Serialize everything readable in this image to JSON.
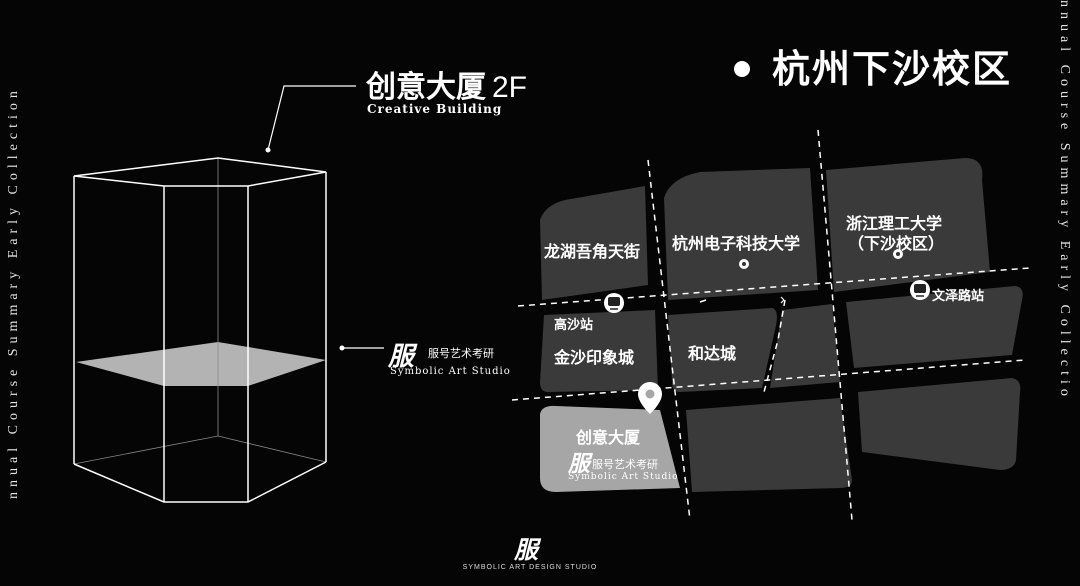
{
  "side_text": {
    "left": "nnual Course Summary Early Collection",
    "right": "nnual Course Summary Early Collectio"
  },
  "header": {
    "title": "杭州下沙校区"
  },
  "building": {
    "name": "创意大厦",
    "floor": "2F",
    "subtitle": "Creative Building"
  },
  "studio": {
    "logo": "服",
    "name_cn": "服号艺术考研",
    "name_en": "Symbolic Art Studio"
  },
  "map": {
    "blocks": [
      "龙湖吾角天街",
      "杭州电子科技大学",
      "浙江理工大学",
      "（下沙校区）",
      "金沙印象城",
      "和达城",
      "创意大厦"
    ],
    "stations": [
      "高沙站",
      "文泽路站"
    ],
    "highlight": {
      "name": "创意大厦",
      "logo": "服",
      "studio_cn": "服号艺术考研",
      "studio_en": "Symbolic Art Studio"
    }
  },
  "footer": {
    "logo": "服",
    "text": "SYMBOLIC ART DESIGN STUDIO"
  },
  "colors": {
    "background": "#050505",
    "block": "#3a3a3a",
    "highlight_block": "#a6a6a6",
    "line": "#ffffff"
  }
}
